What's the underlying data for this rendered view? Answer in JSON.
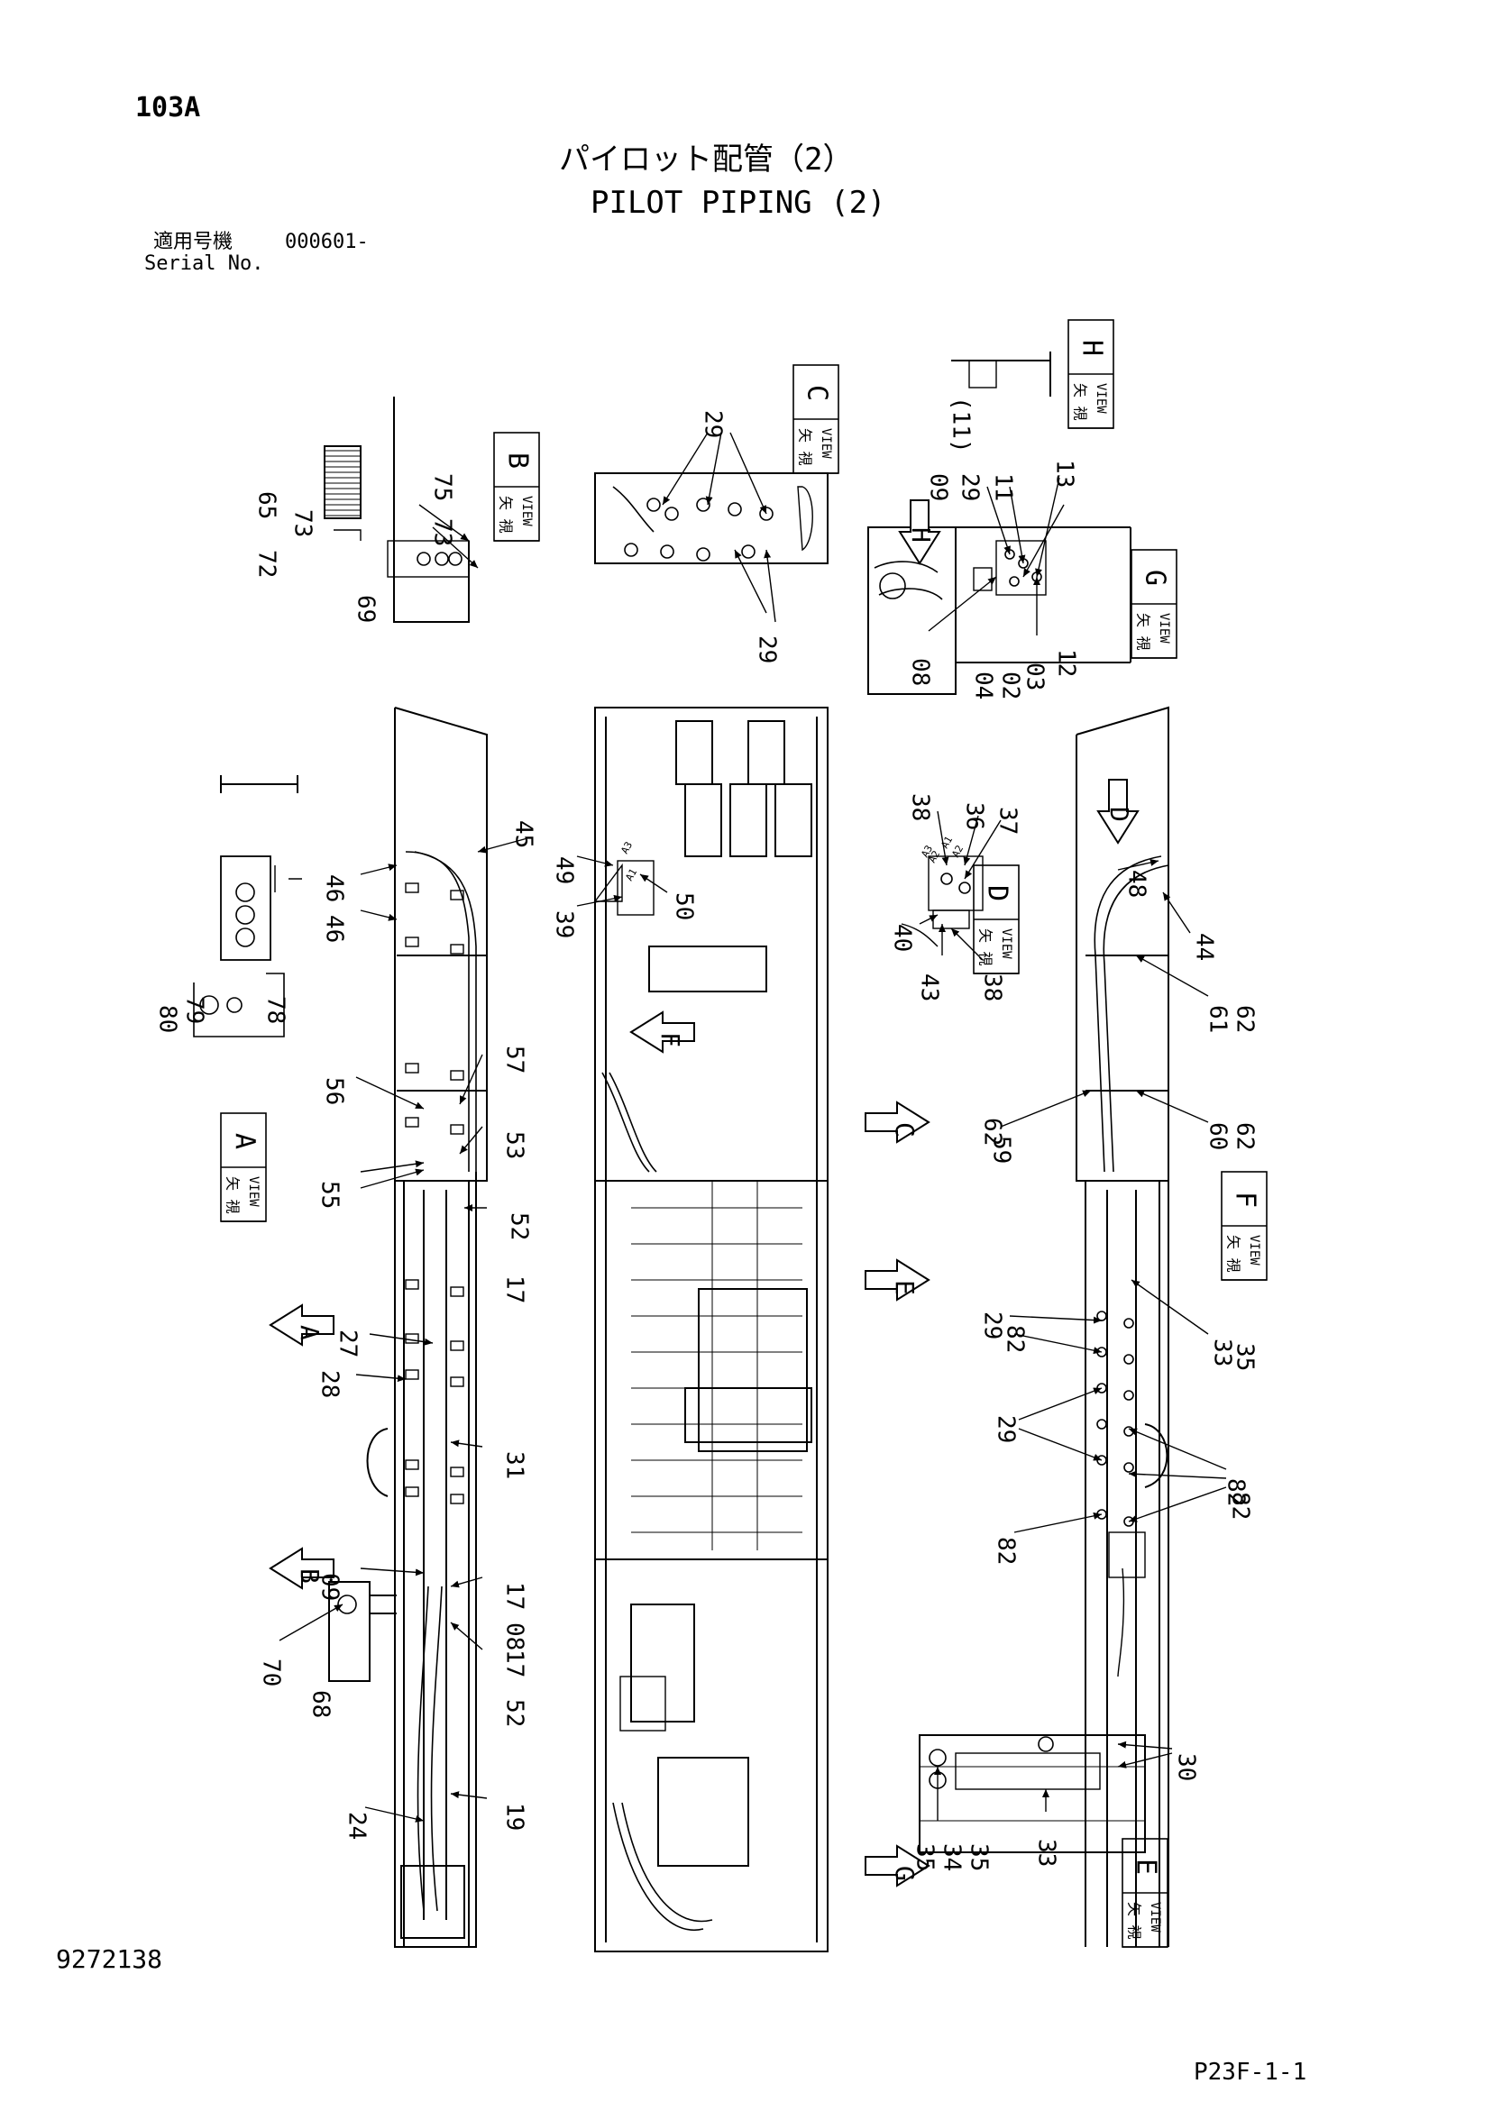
{
  "header": {
    "page_no": "103A",
    "title_jp": "パイロット配管（2）",
    "title_en": "PILOT PIPING (2)",
    "serial_label_jp": "適用号機",
    "serial_value": "000601-",
    "serial_label_en": "Serial No."
  },
  "footer": {
    "doc_no": "9272138",
    "sheet_no": "P23F-1-1"
  },
  "views": {
    "A": {
      "letter": "A",
      "jp": "矢 視",
      "en": "VIEW"
    },
    "B": {
      "letter": "B",
      "jp": "矢 視",
      "en": "VIEW"
    },
    "C": {
      "letter": "C",
      "jp": "矢 視",
      "en": "VIEW"
    },
    "D": {
      "letter": "D",
      "jp": "矢 視",
      "en": "VIEW"
    },
    "E": {
      "letter": "E",
      "jp": "矢 視",
      "en": "VIEW"
    },
    "F": {
      "letter": "F",
      "jp": "矢 視",
      "en": "VIEW"
    },
    "G": {
      "letter": "G",
      "jp": "矢 視",
      "en": "VIEW"
    },
    "H": {
      "letter": "H",
      "jp": "矢 視",
      "en": "VIEW"
    }
  },
  "view_arrows": [
    "A",
    "B",
    "C",
    "D",
    "E",
    "F",
    "G",
    "H"
  ],
  "callouts": {
    "view_b": [
      "65",
      "72",
      "73",
      "75",
      "73",
      "69"
    ],
    "view_c": [
      "29",
      "29"
    ],
    "view_g": [
      "09",
      "29",
      "11",
      "13",
      "(11)",
      "08",
      "04",
      "02",
      "03",
      "12"
    ],
    "view_a": [
      "80",
      "79",
      "78"
    ],
    "left_frame": [
      "45",
      "46",
      "46",
      "56",
      "57",
      "53",
      "55",
      "52",
      "17",
      "27",
      "28",
      "31",
      "09",
      "17",
      "08",
      "17",
      "52",
      "70",
      "68",
      "24",
      "19"
    ],
    "center_frame": [
      "49",
      "39",
      "50"
    ],
    "view_d": [
      "38",
      "36",
      "37",
      "40",
      "43",
      "38"
    ],
    "right_frame": [
      "48",
      "44",
      "61",
      "62",
      "62",
      "59",
      "60",
      "62",
      "29",
      "82",
      "33",
      "35",
      "29",
      "82",
      "82",
      "82"
    ],
    "view_e": [
      "35",
      "34",
      "35",
      "33",
      "30"
    ],
    "sub_labels": [
      "A3",
      "A1",
      "A2",
      "A1",
      "A3",
      "A2"
    ]
  }
}
